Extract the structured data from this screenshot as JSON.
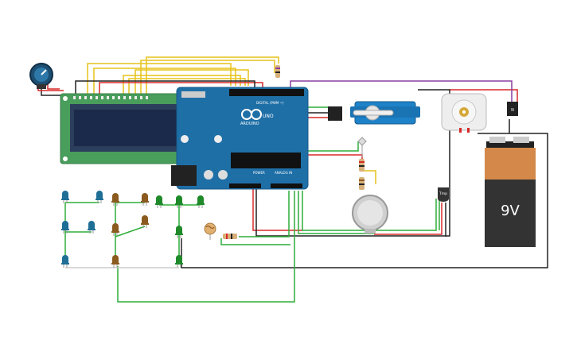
{
  "arduino": {
    "brand": "ARDUINO",
    "model": "UNO",
    "digital_label": "DIGITAL (PWM ~)",
    "power_label": "POWER",
    "analog_label": "ANALOG IN",
    "board_color": "#1f6fa7"
  },
  "lcd": {
    "screen_color": "#1b2a4a",
    "board_color": "#4a9e5c"
  },
  "battery": {
    "label": "9V"
  },
  "temperature_sensor": {
    "label": "Tmp"
  },
  "colors": {
    "red": "#d92a2a",
    "black": "#222222",
    "green": "#2fae3a",
    "yellow": "#e6c21a",
    "purple": "#8b3fa0",
    "white_wire": "#dddddd"
  },
  "leds": [
    {
      "name": "led-blue-1",
      "color": "#1e6e96"
    },
    {
      "name": "led-blue-2",
      "color": "#1e6e96"
    },
    {
      "name": "led-blue-3",
      "color": "#1e6e96"
    },
    {
      "name": "led-blue-4",
      "color": "#1e6e96"
    },
    {
      "name": "led-blue-5",
      "color": "#1e6e96"
    },
    {
      "name": "led-brown-1",
      "color": "#8a5a1e"
    },
    {
      "name": "led-brown-2",
      "color": "#8a5a1e"
    },
    {
      "name": "led-brown-3",
      "color": "#8a5a1e"
    },
    {
      "name": "led-brown-4",
      "color": "#8a5a1e"
    },
    {
      "name": "led-brown-5",
      "color": "#8a5a1e"
    },
    {
      "name": "led-green-1",
      "color": "#1f8a2a"
    },
    {
      "name": "led-green-2",
      "color": "#1f8a2a"
    },
    {
      "name": "led-green-3",
      "color": "#1f8a2a"
    },
    {
      "name": "led-green-4",
      "color": "#1f8a2a"
    },
    {
      "name": "led-green-5",
      "color": "#1f8a2a"
    }
  ]
}
